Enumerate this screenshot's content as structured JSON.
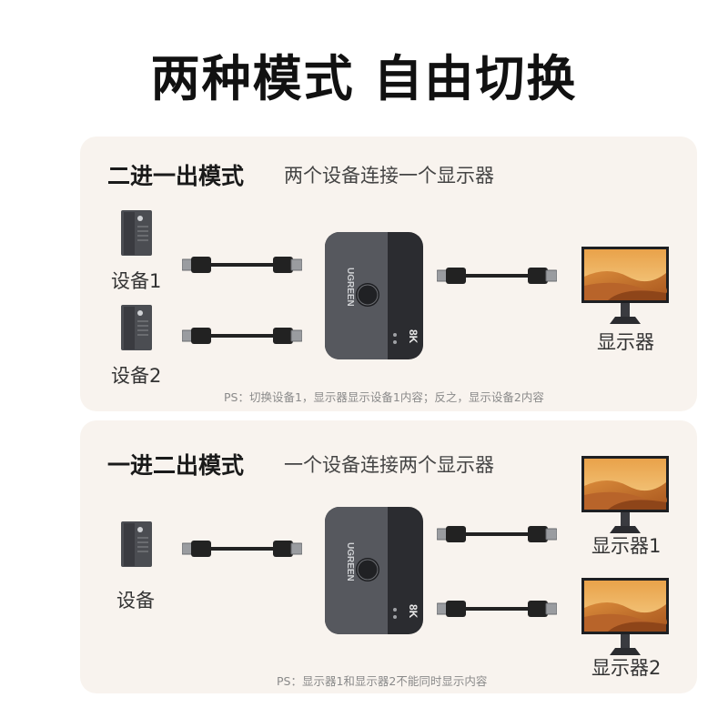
{
  "headline": "两种模式 自由切换",
  "panel1": {
    "title": "二进一出模式",
    "desc": "两个设备连接一个显示器",
    "device_labels": [
      "设备1",
      "设备2"
    ],
    "monitor_label": "显示器",
    "note": "PS：切换设备1，显示器显示设备1内容；反之，显示设备2内容"
  },
  "panel2": {
    "title": "一进二出模式",
    "desc": "一个设备连接两个显示器",
    "device_label": "设备",
    "monitor_labels": [
      "显示器1",
      "显示器2"
    ],
    "note": "PS：显示器1和显示器2不能同时显示内容"
  },
  "switch": {
    "brand": "UGREEN",
    "badge": "8K"
  },
  "icons": {
    "device": "desktop-tower-icon",
    "cable": "hdmi-cable-icon",
    "switch": "kvm-switch-icon",
    "monitor": "desert-monitor-icon"
  },
  "colors": {
    "panel_bg": "#f8f3ee",
    "switch_dark": "#2b2c30",
    "switch_grey": "#56585e"
  }
}
